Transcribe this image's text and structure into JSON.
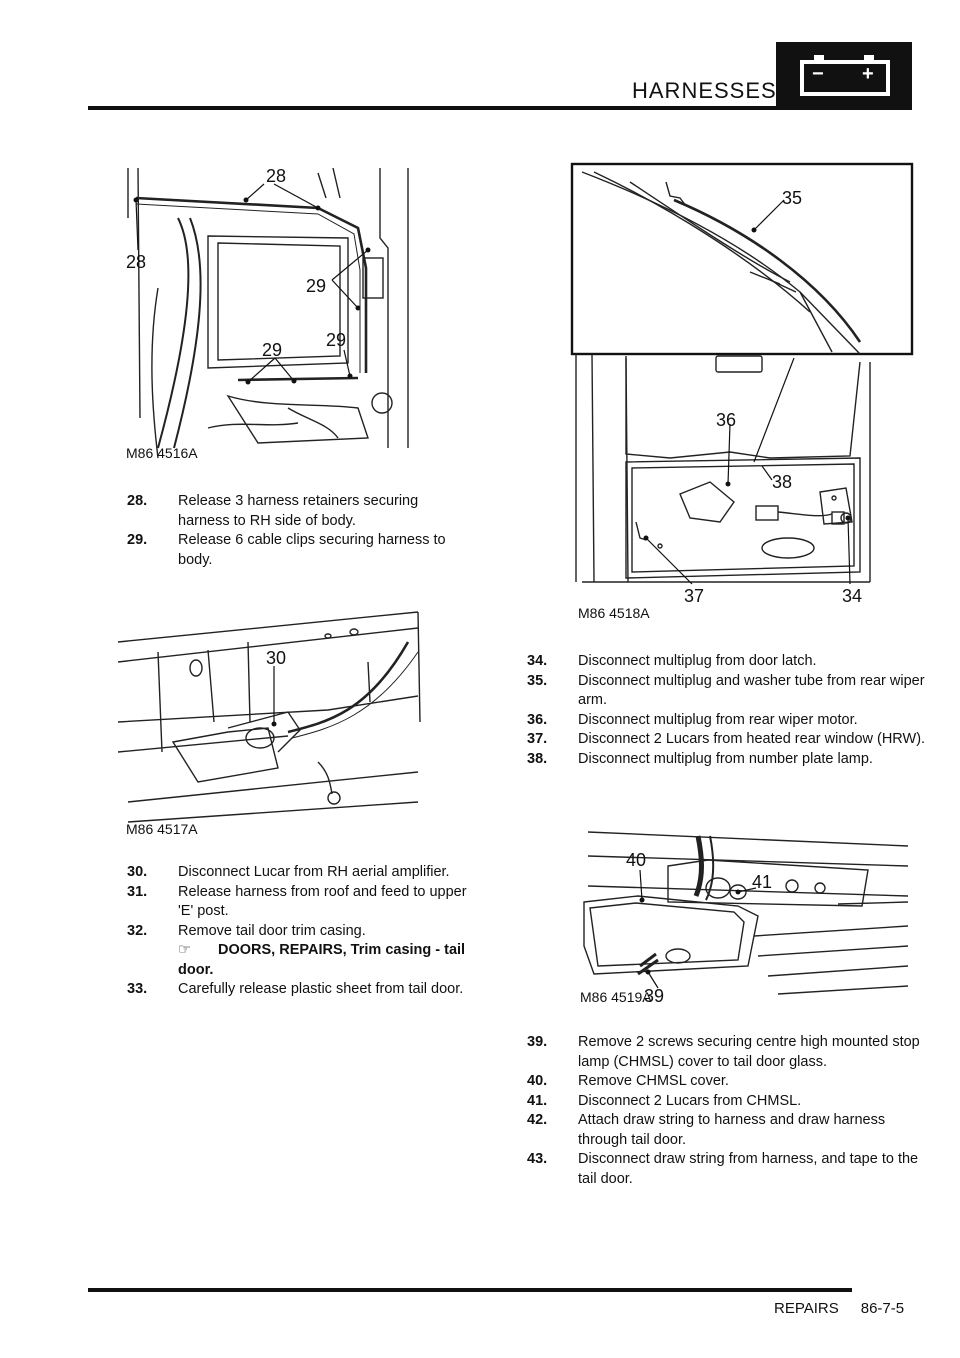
{
  "header": {
    "title": "HARNESSES",
    "battery_minus": "−",
    "battery_plus": "+"
  },
  "figures": {
    "f1": {
      "code": "M86 4516A",
      "callouts": [
        "28",
        "28",
        "29",
        "29",
        "29"
      ]
    },
    "f2": {
      "code": "M86 4517A",
      "callouts": [
        "30"
      ]
    },
    "f3": {
      "code": "M86 4518A",
      "callouts": [
        "35",
        "36",
        "38",
        "37",
        "34"
      ]
    },
    "f4": {
      "code": "M86 4519A",
      "callouts": [
        "40",
        "41",
        "39"
      ]
    }
  },
  "left_steps_a": [
    {
      "num": "28.",
      "text": "Release 3 harness retainers securing harness to RH side of body."
    },
    {
      "num": "29.",
      "text": "Release 6 cable clips securing harness to body."
    }
  ],
  "left_steps_b": [
    {
      "num": "30.",
      "text": "Disconnect Lucar from RH aerial amplifier."
    },
    {
      "num": "31.",
      "text": "Release harness from roof and feed to upper 'E' post."
    },
    {
      "num": "32.",
      "text": "Remove tail door trim casing."
    }
  ],
  "reference": {
    "icon": "☞",
    "text": "DOORS, REPAIRS, Trim casing - tail door."
  },
  "left_steps_c": [
    {
      "num": "33.",
      "text": "Carefully release plastic sheet from tail door."
    }
  ],
  "right_steps_a": [
    {
      "num": "34.",
      "text": "Disconnect multiplug from door latch."
    },
    {
      "num": "35.",
      "text": "Disconnect multiplug and washer tube from rear wiper arm."
    },
    {
      "num": "36.",
      "text": "Disconnect multiplug from rear wiper motor."
    },
    {
      "num": "37.",
      "text": "Disconnect 2 Lucars from heated rear window (HRW)."
    },
    {
      "num": "38.",
      "text": "Disconnect multiplug from number plate lamp."
    }
  ],
  "right_steps_b": [
    {
      "num": "39.",
      "text": "Remove 2 screws securing centre high mounted stop lamp (CHMSL) cover to tail door glass."
    },
    {
      "num": "40.",
      "text": "Remove CHMSL cover."
    },
    {
      "num": "41.",
      "text": "Disconnect 2 Lucars from CHMSL."
    },
    {
      "num": "42.",
      "text": "Attach draw string to harness and draw harness through tail door."
    },
    {
      "num": "43.",
      "text": "Disconnect draw string from harness, and tape to the tail door."
    }
  ],
  "footer": {
    "section": "REPAIRS",
    "page": "86-7-5"
  }
}
